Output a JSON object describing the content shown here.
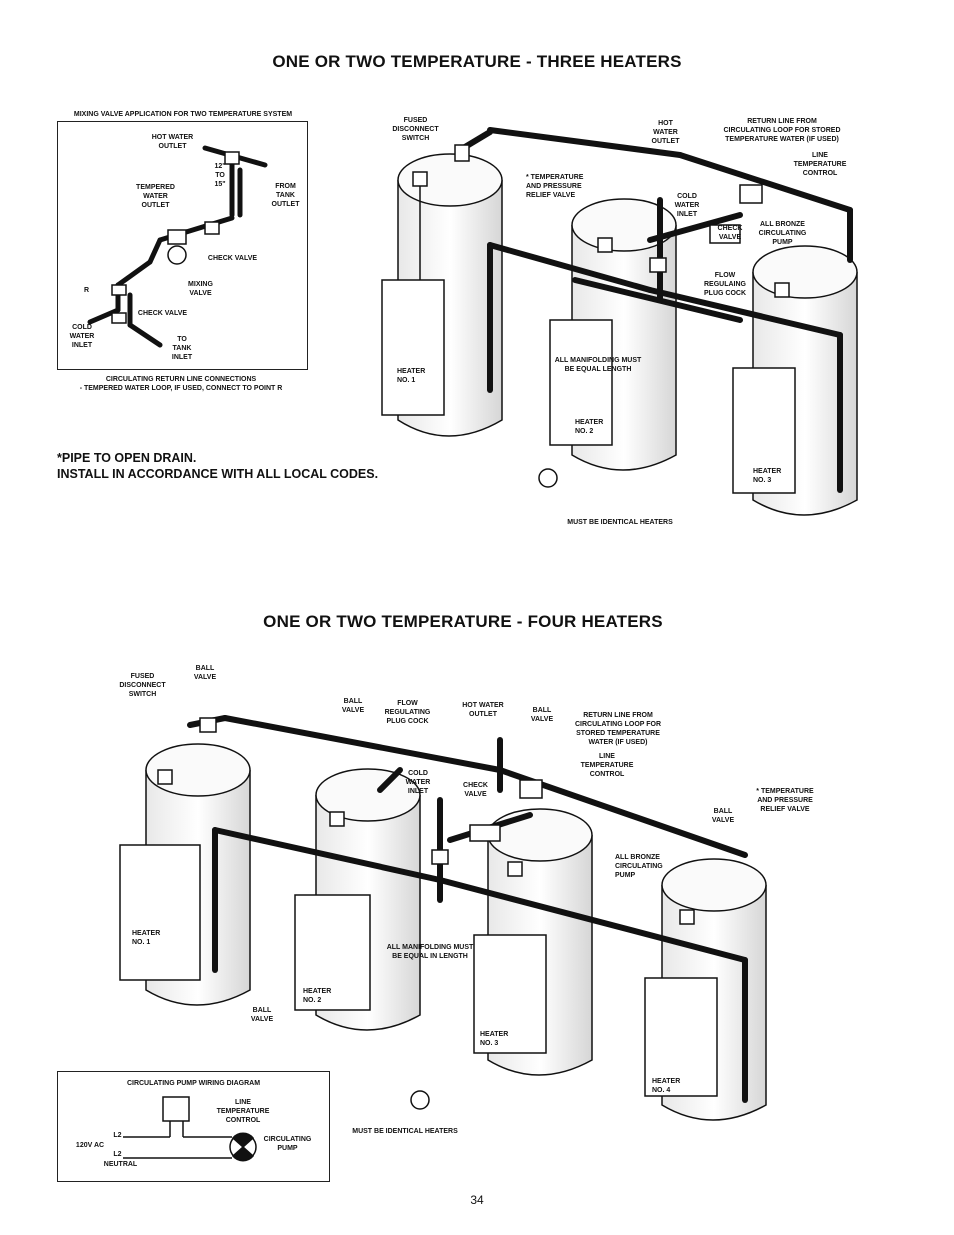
{
  "page_number": "34",
  "top": {
    "title": "ONE OR TWO TEMPERATURE - THREE HEATERS",
    "note_line1": "*PIPE TO OPEN DRAIN.",
    "note_line2": "INSTALL IN ACCORDANCE WITH ALL LOCAL CODES.",
    "inset": {
      "title": "MIXING VALVE APPLICATION FOR TWO TEMPERATURE SYSTEM",
      "hot_water_outlet": "HOT WATER\nOUTLET",
      "distance": "12\"\nTO\n15\"",
      "tempered_water_outlet": "TEMPERED\nWATER\nOUTLET",
      "from_tank_outlet": "FROM\nTANK\nOUTLET",
      "check_valve_1": "CHECK VALVE",
      "r": "R",
      "mixing_valve": "MIXING\nVALVE",
      "check_valve_2": "CHECK VALVE",
      "cold_water_inlet": "COLD\nWATER\nINLET",
      "to_tank_inlet": "TO\nTANK\nINLET",
      "footer": "CIRCULATING RETURN LINE CONNECTIONS\n- TEMPERED WATER LOOP, IF USED, CONNECT TO POINT R"
    },
    "labels": {
      "fused_disconnect": "FUSED\nDISCONNECT\nSWITCH",
      "hot_water_outlet": "HOT\nWATER\nOUTLET",
      "return_line": "RETURN LINE FROM\nCIRCULATING LOOP FOR STORED\nTEMPERATURE WATER (IF USED)",
      "line_temp_control": "LINE\nTEMPERATURE\nCONTROL",
      "tp_relief": "* TEMPERATURE\nAND PRESSURE\nRELIEF VALVE",
      "cold_water_inlet": "COLD\nWATER\nINLET",
      "all_bronze_pump": "ALL BRONZE\nCIRCULATING\nPUMP",
      "check_valve": "CHECK\nVALVE",
      "flow_regulating": "FLOW\nREGULAING\nPLUG COCK",
      "manifolding": "ALL MANIFOLDING MUST\nBE EQUAL LENGTH",
      "heater_1": "HEATER\nNO. 1",
      "heater_2": "HEATER\nNO. 2",
      "heater_3": "HEATER\nNO. 3",
      "identical": "MUST BE IDENTICAL HEATERS"
    }
  },
  "bottom": {
    "title": "ONE OR TWO TEMPERATURE - FOUR HEATERS",
    "labels": {
      "fused_disconnect": "FUSED\nDISCONNECT\nSWITCH",
      "ball_valve_top": "BALL\nVALVE",
      "ball_valve_2": "BALL\nVALVE",
      "flow_regulating": "FLOW\nREGULATING\nPLUG COCK",
      "hot_water_outlet": "HOT WATER\nOUTLET",
      "ball_valve_3": "BALL\nVALVE",
      "return_line": "RETURN LINE FROM\nCIRCULATING LOOP FOR\nSTORED TEMPERATURE\nWATER (IF USED)",
      "line_temp_control": "LINE\nTEMPERATURE\nCONTROL",
      "cold_water_inlet": "COLD\nWATER\nINLET",
      "check_valve": "CHECK\nVALVE",
      "tp_relief": "* TEMPERATURE\nAND PRESSURE\nRELIEF VALVE",
      "ball_valve_4": "BALL\nVALVE",
      "all_bronze_pump": "ALL BRONZE\nCIRCULATING\nPUMP",
      "manifolding": "ALL MANIFOLDING MUST\nBE EQUAL IN LENGTH",
      "heater_1": "HEATER\nNO. 1",
      "ball_valve_5": "BALL\nVALVE",
      "heater_2": "HEATER\nNO. 2",
      "heater_3": "HEATER\nNO. 3",
      "heater_4": "HEATER\nNO. 4",
      "identical": "MUST BE IDENTICAL HEATERS"
    },
    "wiring": {
      "title": "CIRCULATING PUMP WIRING DIAGRAM",
      "line_temp_control": "LINE\nTEMPERATURE\nCONTROL",
      "l2_top": "L2",
      "voltage": "120V AC",
      "l2_bottom": "L2",
      "neutral": "NEUTRAL",
      "circulating_pump": "CIRCULATING\nPUMP"
    }
  }
}
